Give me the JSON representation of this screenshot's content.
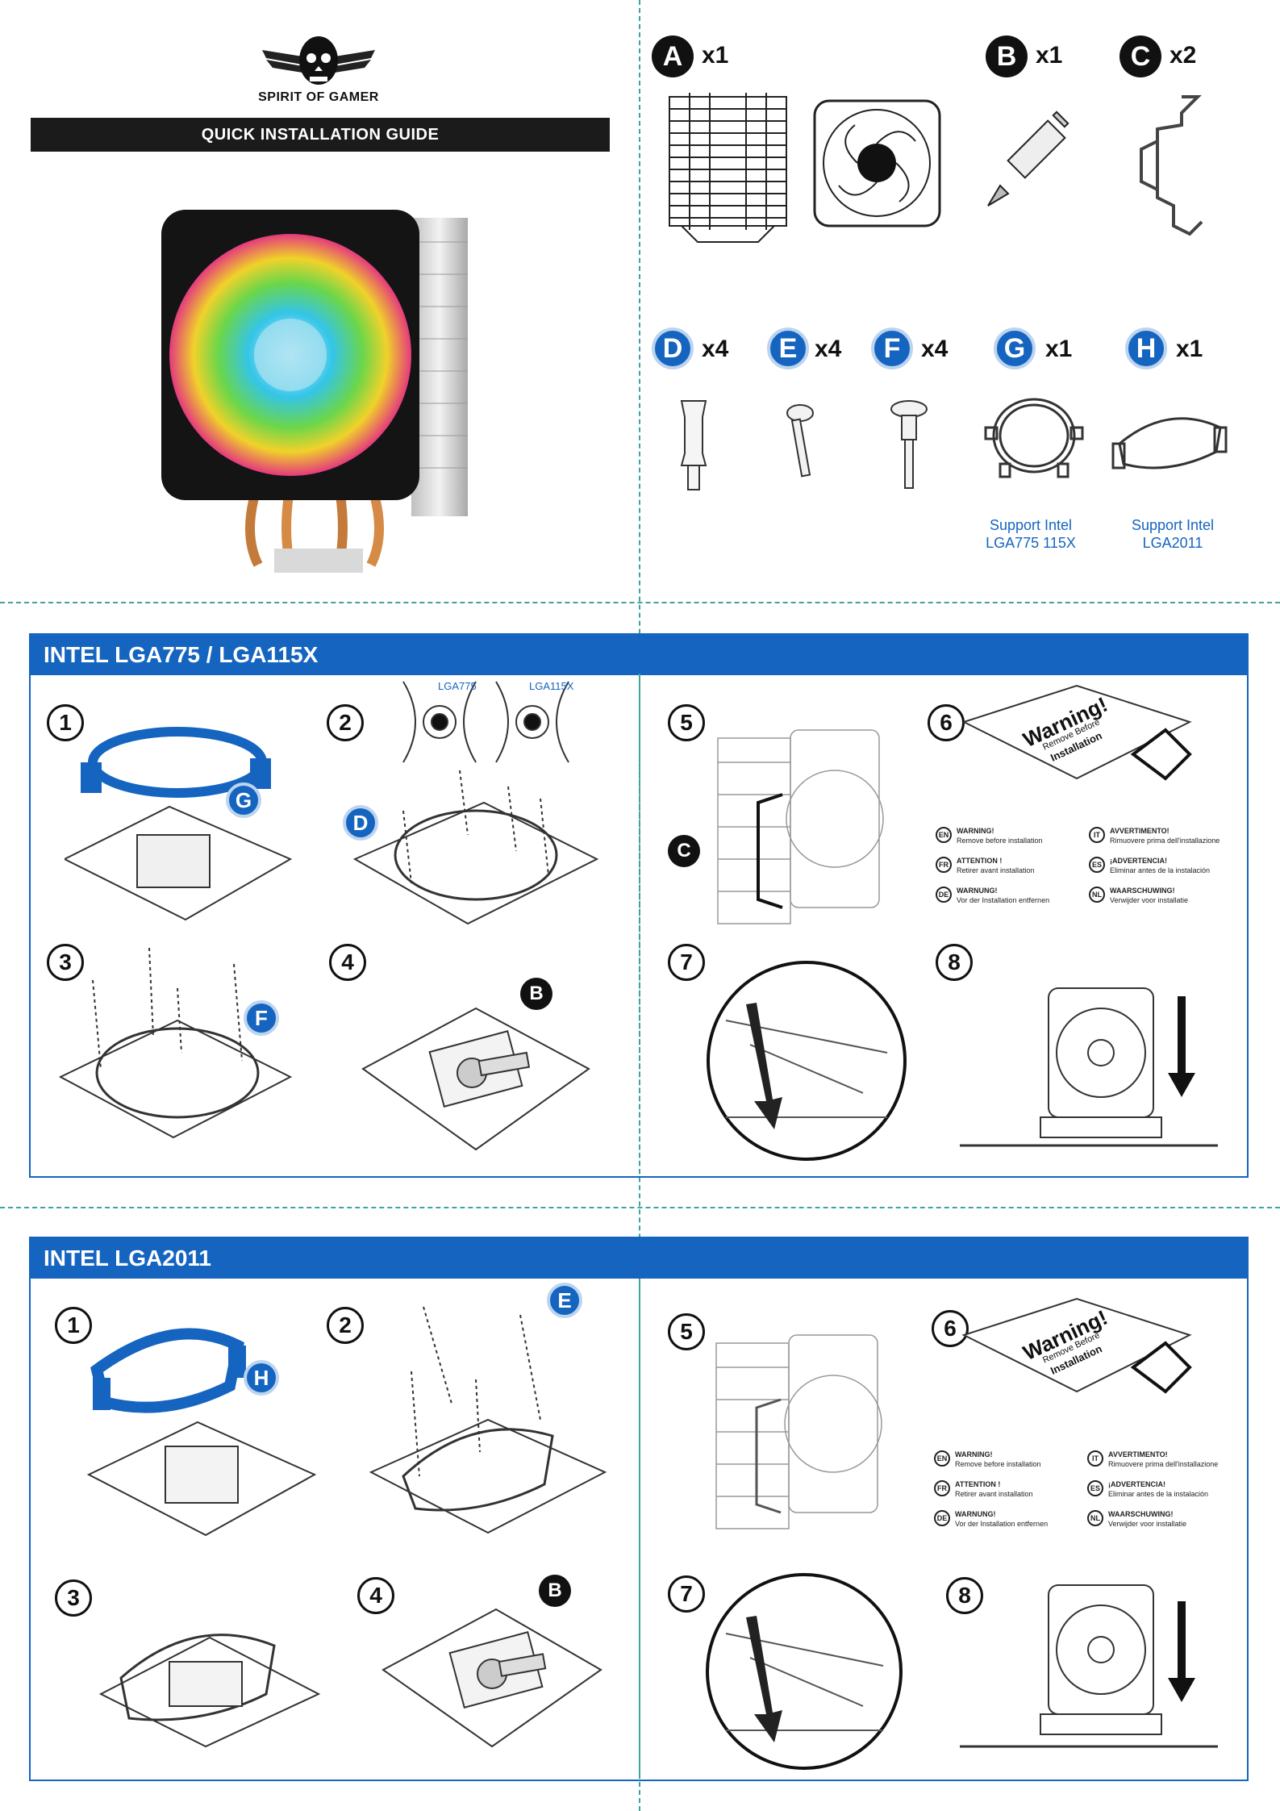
{
  "brand": {
    "name": "SPIRIT OF GAMER"
  },
  "guide_title": "QUICK INSTALLATION GUIDE",
  "parts": [
    {
      "letter": "A",
      "qty": "x1"
    },
    {
      "letter": "B",
      "qty": "x1"
    },
    {
      "letter": "C",
      "qty": "x2"
    },
    {
      "letter": "D",
      "qty": "x4"
    },
    {
      "letter": "E",
      "qty": "x4"
    },
    {
      "letter": "F",
      "qty": "x4"
    },
    {
      "letter": "G",
      "qty": "x1",
      "caption_1": "Support Intel",
      "caption_2": "LGA775 115X"
    },
    {
      "letter": "H",
      "qty": "x1",
      "caption_1": "Support Intel",
      "caption_2": "LGA2011"
    }
  ],
  "section1": {
    "title": "INTEL LGA775 / LGA115X",
    "steps": [
      "1",
      "2",
      "3",
      "4",
      "5",
      "6",
      "7",
      "8"
    ],
    "socket_labels": [
      "LGA775",
      "LGA115X"
    ]
  },
  "section2": {
    "title": "INTEL LGA2011",
    "steps": [
      "1",
      "2",
      "3",
      "4",
      "5",
      "6",
      "7",
      "8"
    ]
  },
  "warning_card": {
    "title": "Warning!",
    "line2": "Remove Before",
    "line3": "Installation"
  },
  "warnings": [
    {
      "code": "EN",
      "title": "WARNING!",
      "text": "Remove before installation"
    },
    {
      "code": "IT",
      "title": "AVVERTIMENTO!",
      "text": "Rimuovere prima dell'installazione"
    },
    {
      "code": "FR",
      "title": "ATTENTION !",
      "text": "Retirer avant installation"
    },
    {
      "code": "ES",
      "title": "¡ADVERTENCIA!",
      "text": "Eliminar antes de la instalación"
    },
    {
      "code": "DE",
      "title": "WARNUNG!",
      "text": "Vor der Installation entfernen"
    },
    {
      "code": "NL",
      "title": "WAARSCHUWING!",
      "text": "Verwijder voor installatie"
    }
  ],
  "colors": {
    "accent": "#1565c0",
    "dash": "#3fa39b",
    "dark": "#111111"
  }
}
